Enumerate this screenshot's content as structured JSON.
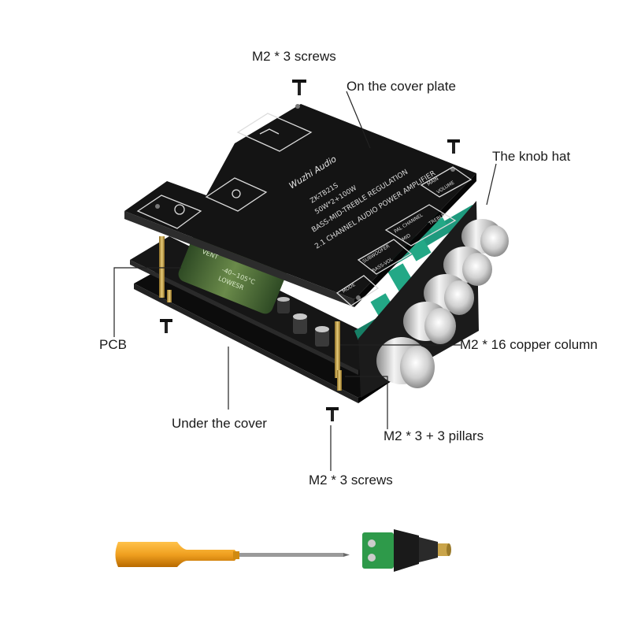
{
  "labels": {
    "top_screws": "M2 * 3 screws",
    "cover_plate": "On the cover plate",
    "knob_hat": "The knob hat",
    "pcb": "PCB",
    "copper_column": "M2 * 16 copper column",
    "under_cover": "Under the cover",
    "pillars": "M2 * 3 + 3 pillars",
    "bottom_screws": "M2 * 3 screws"
  },
  "board_text": {
    "brand": "Wuzhi Audio",
    "model": "ZK-TB21S",
    "power": "50W*2+100W",
    "regulation": "BASS-MID-TREBLE REGULATION",
    "description": "2.1 CHANNEL AUDIO POWER AMPLIFIER",
    "panel_main": "MAIN",
    "panel_volume": "VOLUME",
    "panel_channel": "PAL CHANNEL",
    "panel_mid": "MID",
    "panel_treble": "TREBLE",
    "panel_subwoofer": "SUBWOOFER",
    "panel_bass_vol": "BASS-VOL",
    "panel_mode": "MODE",
    "capacitor_vent": "VENT",
    "capacitor_temp": "-40~105°C",
    "capacitor_series": "LOWESR"
  },
  "colors": {
    "board_black": "#141414",
    "knob_silver": "#c9c9c9",
    "pcb_teal": "#1f9a7e",
    "capacitor_green": "#4a6a3a",
    "brass": "#c6a24a",
    "screwdriver_handle": "#f0a020",
    "connector_green": "#2e9a4a"
  },
  "icons": [
    "screw-icon",
    "screwdriver-icon",
    "dc-connector-icon",
    "knob-icon"
  ]
}
